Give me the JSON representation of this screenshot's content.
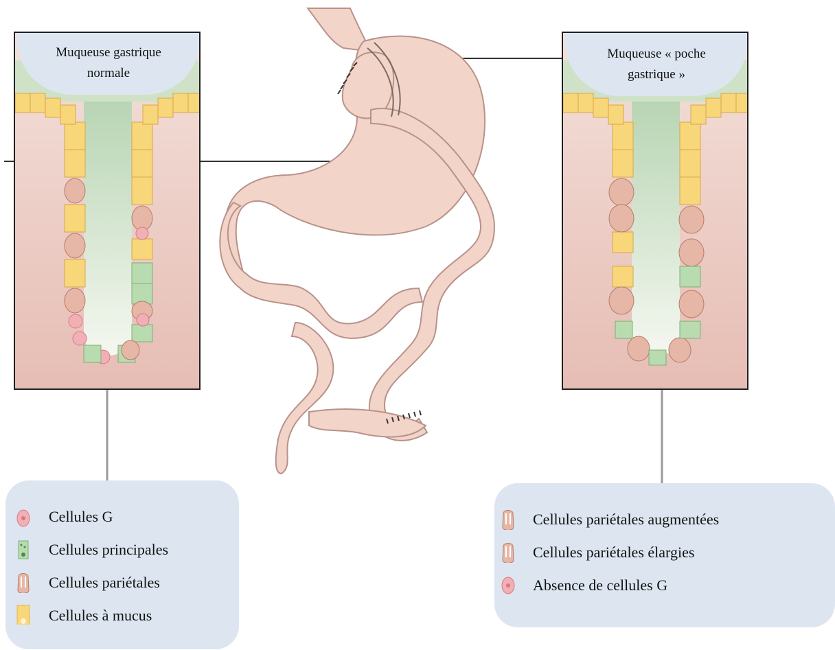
{
  "panels": {
    "left": {
      "title": "Muqueuse gastrique normale"
    },
    "right": {
      "title": "Muqueuse « poche gastrique »"
    }
  },
  "legend_left": {
    "items": [
      {
        "icon": "g-cell-icon",
        "label": "Cellules G"
      },
      {
        "icon": "chief-cell-icon",
        "label": "Cellules principales"
      },
      {
        "icon": "parietal-cell-icon",
        "label": "Cellules pariétales"
      },
      {
        "icon": "mucus-cell-icon",
        "label": "Cellules  à mucus"
      }
    ]
  },
  "legend_right": {
    "items": [
      {
        "icon": "parietal-cell-icon",
        "label": "Cellules pariétales augmentées"
      },
      {
        "icon": "parietal-cell-icon",
        "label": "Cellules pariétales élargies"
      },
      {
        "icon": "g-cell-icon",
        "label": "Absence de cellules G"
      }
    ]
  },
  "colors": {
    "stomach": "#f2d4c9",
    "stomach_outline": "#b8928a",
    "mucus_cell": "#f8d67a",
    "chief_cell": "#b8dbb0",
    "g_cell": "#f1b0b6",
    "parietal_cell": "#e6b7a6",
    "lumen": "#c2dcc0",
    "tissue": "#f1dad4",
    "legend_bg": "#dde6f0"
  }
}
